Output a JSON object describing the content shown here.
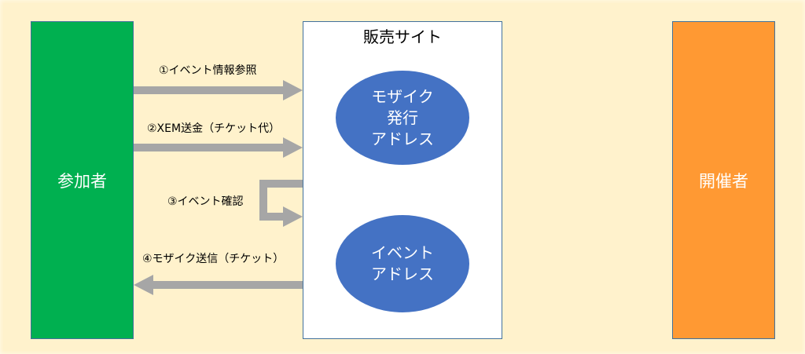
{
  "participant": {
    "label": "参加者",
    "color": "#00B050"
  },
  "organizer": {
    "label": "開催者",
    "color": "#FF9933"
  },
  "site": {
    "title": "販売サイト",
    "mosaic_address": [
      "モザイク",
      "発行",
      "アドレス"
    ],
    "event_address": [
      "イベント",
      "アドレス"
    ]
  },
  "steps": [
    {
      "label": "①イベント情報参照",
      "direction": "right"
    },
    {
      "label": "②XEM送金（チケット代）",
      "direction": "right"
    },
    {
      "label": "③イベント確認",
      "direction": "loop"
    },
    {
      "label": "④モザイク送信（チケット）",
      "direction": "left"
    }
  ],
  "colors": {
    "background": "#FFF2CC",
    "arrow": "#A6A6A6",
    "ellipse": "#4472C4"
  }
}
